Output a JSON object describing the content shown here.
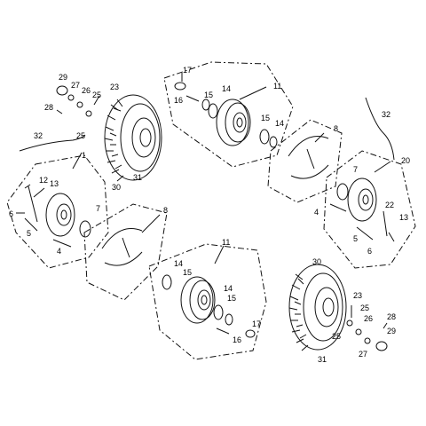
{
  "diagram": {
    "callouts": [
      {
        "id": "c29a",
        "text": "29"
      },
      {
        "id": "c27a",
        "text": "27"
      },
      {
        "id": "c26a",
        "text": "26"
      },
      {
        "id": "c25a",
        "text": "25"
      },
      {
        "id": "c23a",
        "text": "23"
      },
      {
        "id": "c28a",
        "text": "28"
      },
      {
        "id": "c25b",
        "text": "25"
      },
      {
        "id": "c30a",
        "text": "30"
      },
      {
        "id": "c31a",
        "text": "31"
      },
      {
        "id": "c32a",
        "text": "32"
      },
      {
        "id": "c1",
        "text": "1"
      },
      {
        "id": "c12a",
        "text": "12"
      },
      {
        "id": "c13a",
        "text": "13"
      },
      {
        "id": "c6a",
        "text": "6"
      },
      {
        "id": "c5a",
        "text": "5"
      },
      {
        "id": "c4a",
        "text": "4"
      },
      {
        "id": "c7a",
        "text": "7"
      },
      {
        "id": "c8a",
        "text": "8"
      },
      {
        "id": "c17a",
        "text": "17"
      },
      {
        "id": "c16a",
        "text": "16"
      },
      {
        "id": "c15a",
        "text": "15"
      },
      {
        "id": "c14a",
        "text": "14"
      },
      {
        "id": "c11a",
        "text": "11"
      },
      {
        "id": "c15b",
        "text": "15"
      },
      {
        "id": "c14b",
        "text": "14"
      },
      {
        "id": "c8b",
        "text": "8"
      },
      {
        "id": "c32b",
        "text": "32"
      },
      {
        "id": "c20",
        "text": "20"
      },
      {
        "id": "c7b",
        "text": "7"
      },
      {
        "id": "c4b",
        "text": "4"
      },
      {
        "id": "c22",
        "text": "22"
      },
      {
        "id": "c13b",
        "text": "13"
      },
      {
        "id": "c5b",
        "text": "5"
      },
      {
        "id": "c6b",
        "text": "6"
      },
      {
        "id": "c11b",
        "text": "11"
      },
      {
        "id": "c14c",
        "text": "14"
      },
      {
        "id": "c15c",
        "text": "15"
      },
      {
        "id": "c14d",
        "text": "14"
      },
      {
        "id": "c15d",
        "text": "15"
      },
      {
        "id": "c17b",
        "text": "17"
      },
      {
        "id": "c16b",
        "text": "16"
      },
      {
        "id": "c30b",
        "text": "30"
      },
      {
        "id": "c23b",
        "text": "23"
      },
      {
        "id": "c25c",
        "text": "25"
      },
      {
        "id": "c26b",
        "text": "26"
      },
      {
        "id": "c28b",
        "text": "28"
      },
      {
        "id": "c25d",
        "text": "25"
      },
      {
        "id": "c29b",
        "text": "29"
      },
      {
        "id": "c27b",
        "text": "27"
      },
      {
        "id": "c31b",
        "text": "31"
      }
    ]
  }
}
